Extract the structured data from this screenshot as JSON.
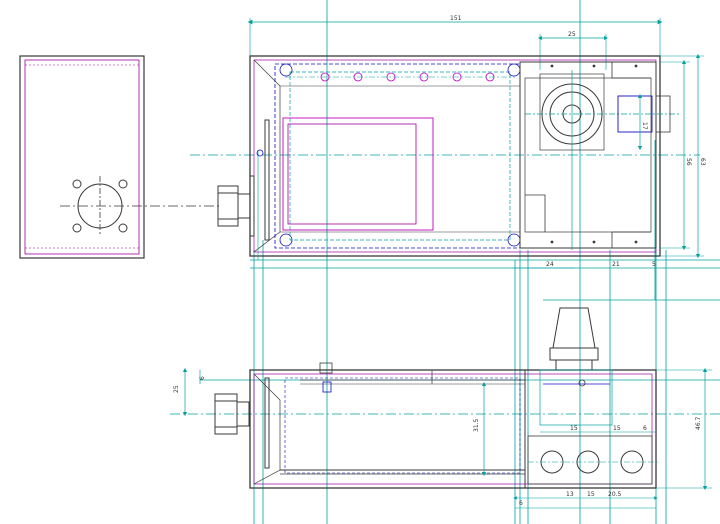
{
  "drawing": {
    "colors": {
      "background": "#ffffff",
      "outline": "#3a3a3a",
      "body": "#a000a0",
      "dimension": "#00a0a0",
      "centerline": "#00a0a0",
      "hidden": "#1010c0",
      "accent": "#c000c0"
    },
    "dimensions": {
      "top_overall": "151",
      "top_hub_width": "25",
      "right_height_inner": "56",
      "right_height_outer": "63",
      "hub_vertical": "17",
      "bottom_span_a": "24",
      "bottom_span_b": "21",
      "bottom_span_c": "5",
      "front_left_small": "6",
      "front_left_height": "25",
      "front_inner_height": "31.5",
      "front_right_a": "15",
      "front_right_b": "15",
      "front_right_c": "6",
      "front_bottom_a": "13",
      "front_bottom_b": "15",
      "front_bottom_c": "20.5",
      "front_bottom_d": "6",
      "front_right_height": "46.7"
    }
  }
}
